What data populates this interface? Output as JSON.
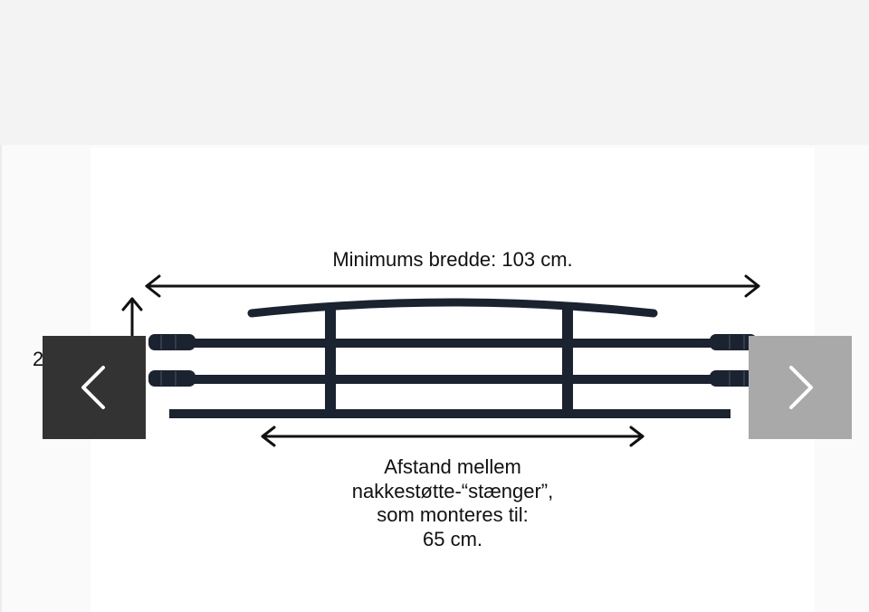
{
  "image": {
    "min_width_label": "Minimums bredde: 103 cm.",
    "caption_lines": [
      "Afstand mellem",
      "nakkestøtte-“stænger”,",
      "som monteres til:",
      "65 cm."
    ],
    "partial_height_label": "2"
  },
  "carousel": {
    "prev_icon": "chevron-left-icon",
    "next_icon": "chevron-right-icon"
  }
}
